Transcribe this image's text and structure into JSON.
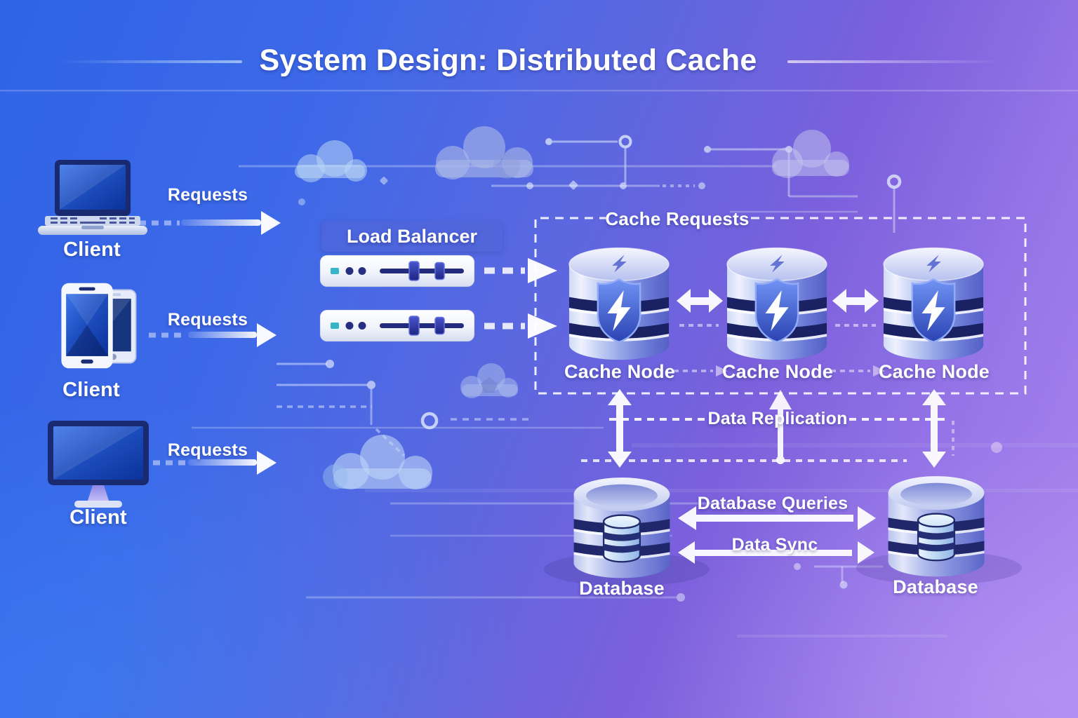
{
  "title": {
    "text": "System Design: Distributed Cache"
  },
  "clients": [
    {
      "device": "laptop",
      "label": "Client",
      "request_label": "Requests"
    },
    {
      "device": "smartphones",
      "label": "Client",
      "request_label": "Requests"
    },
    {
      "device": "desktop-monitor",
      "label": "Client",
      "request_label": "Requests"
    }
  ],
  "load_balancer": {
    "label": "Load Balancer",
    "server_count": 2
  },
  "cache_cluster": {
    "box_label": "Cache Requests",
    "nodes": [
      {
        "label": "Cache Node"
      },
      {
        "label": "Cache Node"
      },
      {
        "label": "Cache Node"
      }
    ]
  },
  "replication": {
    "label": "Data Replication"
  },
  "databases": [
    {
      "label": "Database"
    },
    {
      "label": "Database"
    }
  ],
  "database_links": {
    "queries_label": "Database Queries",
    "sync_label": "Data Sync"
  },
  "colors": {
    "bg_blue": "#2f63e6",
    "bg_purple": "#a985ee",
    "deep_navy": "#1b2264",
    "cylinder_blue": "#8fa0e6",
    "shield_blue": "#2b43b2",
    "teal_indicator": "#35b6c8",
    "arrow_white": "#ffffff"
  }
}
